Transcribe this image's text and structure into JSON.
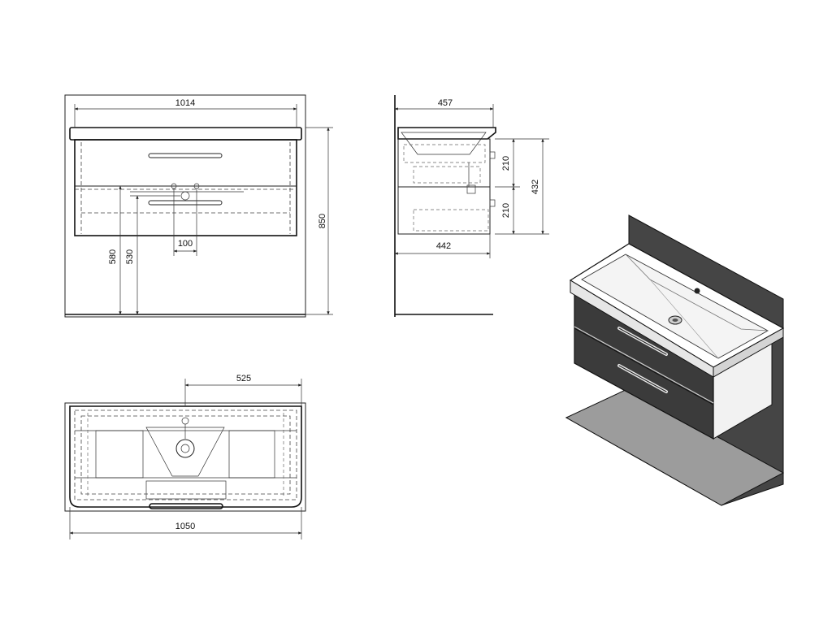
{
  "dimensions": {
    "front_width": "1014",
    "front_height": "850",
    "front_h580": "580",
    "front_h530": "530",
    "front_tap_spacing": "100",
    "side_depth": "457",
    "side_inner_depth": "442",
    "side_drawer_upper": "210",
    "side_drawer_lower": "210",
    "side_cabinet_height": "432",
    "top_width": "1050",
    "top_center": "525"
  },
  "colors": {
    "line": "#222222",
    "cabinet_dark": "#3a3a3a",
    "wall": "#444444",
    "shelf": "#9a9a9a",
    "basin": "#f4f4f4"
  }
}
